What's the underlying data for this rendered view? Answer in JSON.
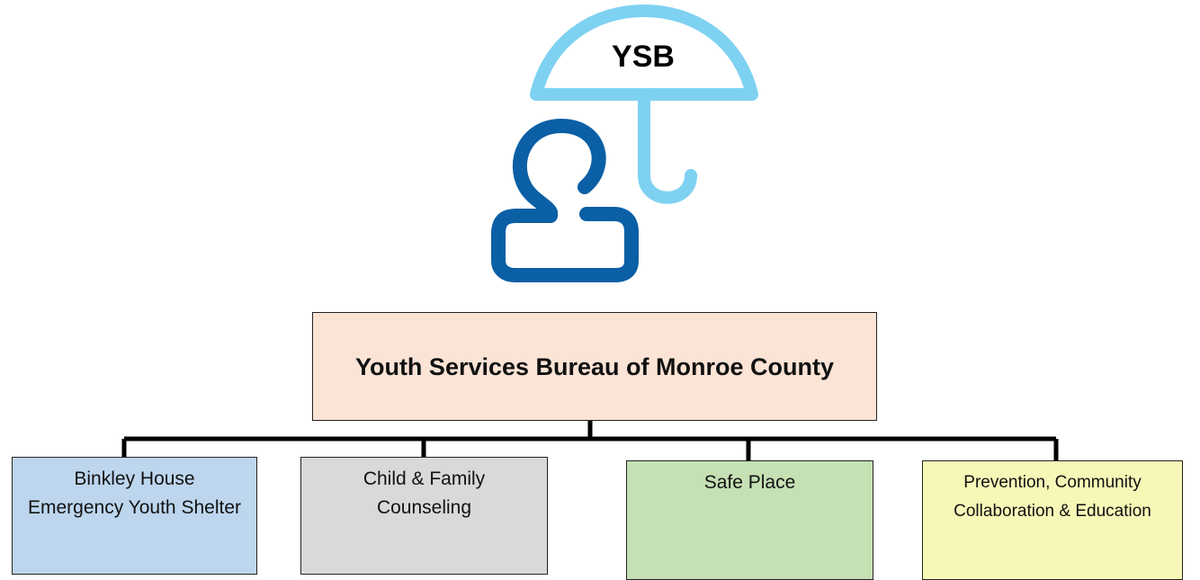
{
  "logo": {
    "text": "YSB",
    "icon": "umbrella-person-icon",
    "colors": {
      "umbrella": "#7ed1f1",
      "person": "#0b5fa5"
    }
  },
  "root": {
    "label": "Youth Services Bureau of Monroe County",
    "color": "#fbe4d6"
  },
  "children": [
    {
      "label": "Binkley House Emergency Youth Shelter",
      "color": "#bdd6ee"
    },
    {
      "label": "Child & Family Counseling",
      "color": "#d9d9d9"
    },
    {
      "label": "Safe Place",
      "color": "#c5e0b3"
    },
    {
      "label": "Prevention, Community Collaboration & Education",
      "color": "#f7f8b8"
    }
  ]
}
